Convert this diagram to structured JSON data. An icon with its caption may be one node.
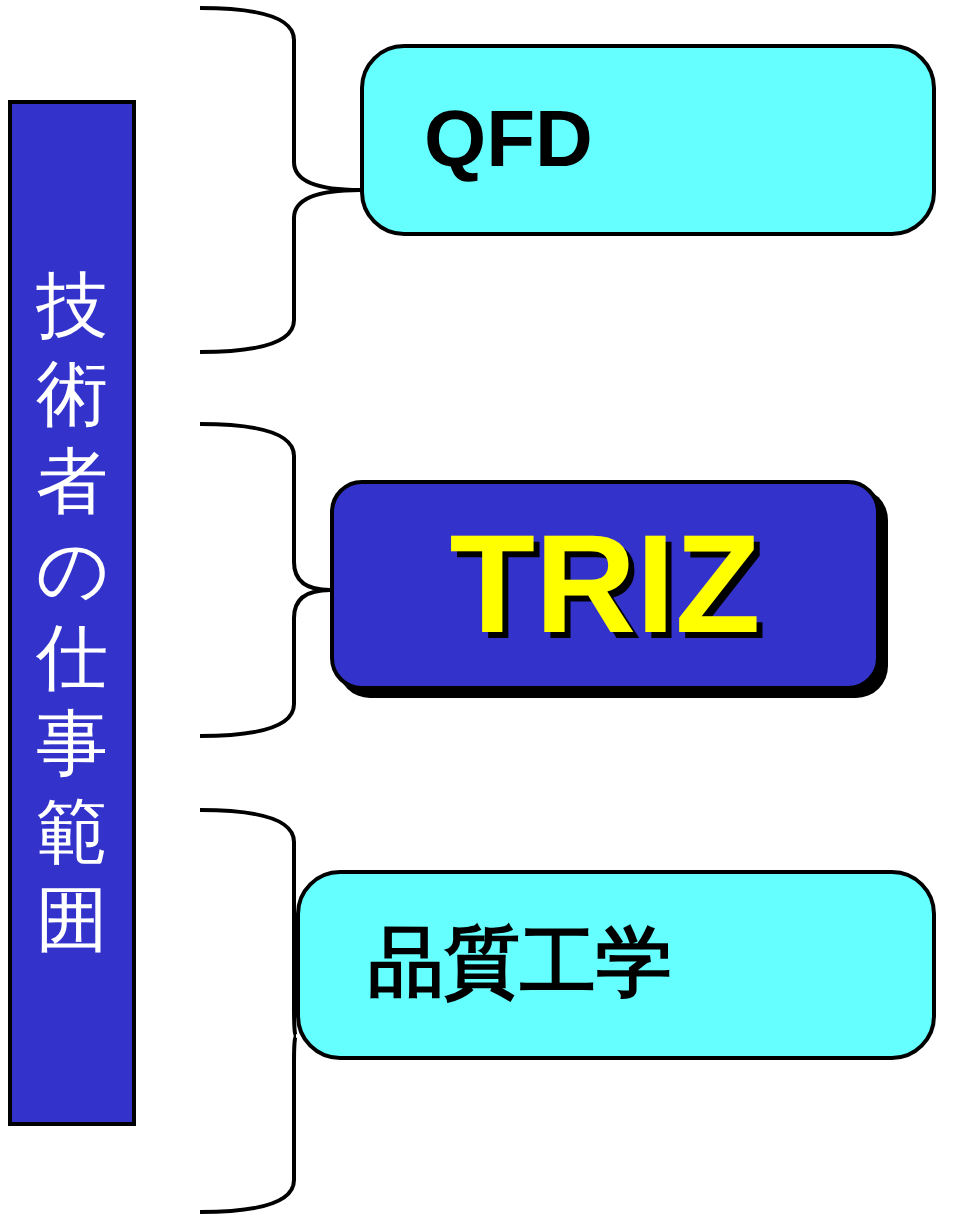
{
  "diagram": {
    "nodes": [
      {
        "text": [
          "技術者の仕事範囲"
        ]
      },
      {
        "text": [
          "QFD"
        ]
      },
      {
        "text": [
          "TRIZ"
        ]
      },
      {
        "text": [
          "品質工学"
        ]
      }
    ]
  }
}
